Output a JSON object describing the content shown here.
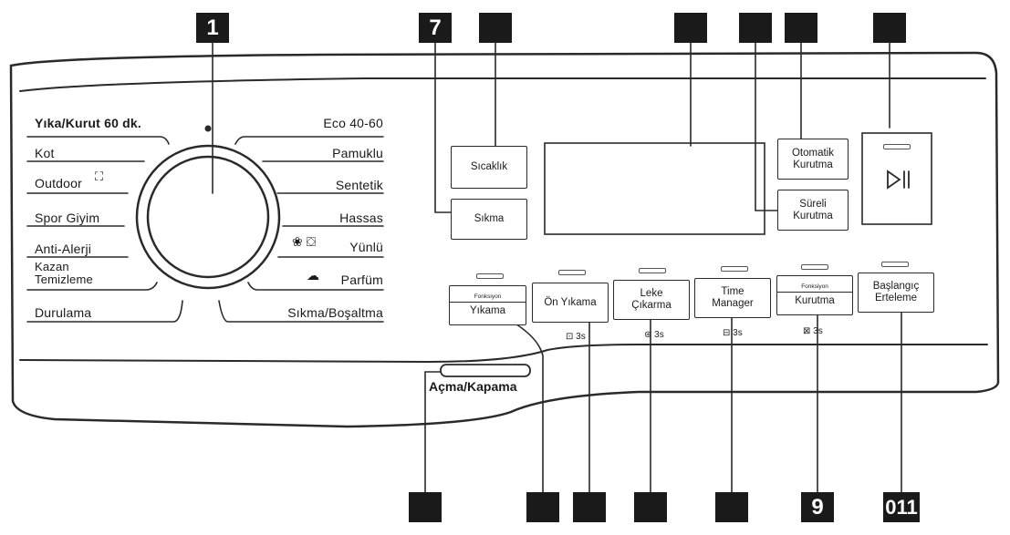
{
  "programs_left": [
    {
      "label": "Yıka/Kurut 60 dk."
    },
    {
      "label": "Kot"
    },
    {
      "label": "Outdoor"
    },
    {
      "label": "Spor Giyim"
    },
    {
      "label": "Anti-Alerji"
    },
    {
      "label": "Kazan"
    },
    {
      "label": "Temizleme"
    },
    {
      "label": "Durulama"
    }
  ],
  "programs_right": [
    {
      "label": "Eco 40-60"
    },
    {
      "label": "Pamuklu"
    },
    {
      "label": "Sentetik"
    },
    {
      "label": "Hassas"
    },
    {
      "label": "Yünlü"
    },
    {
      "label": "Parfüm"
    },
    {
      "label": "Sıkma/Boşaltma"
    }
  ],
  "buttons": {
    "temperature": "Sıcaklık",
    "spin": "Sıkma",
    "auto_dry_line1": "Otomatik",
    "auto_dry_line2": "Kurutma",
    "timed_dry_line1": "Süreli",
    "timed_dry_line2": "Kurutma",
    "wash_sub": "Fonksiyon",
    "wash": "Yıkama",
    "prewash": "Ön Yıkama",
    "stain_line1": "Leke",
    "stain_line2": "Çıkarma",
    "time_line1": "Time",
    "time_line2": "Manager",
    "dry_sub": "Fonksiyon",
    "dry": "Kurutma",
    "delay_line1": "Başlangıç",
    "delay_line2": "Erteleme"
  },
  "hints": {
    "prewash": "3s",
    "stain": "3s",
    "time_manager": "3s",
    "dry": "3s"
  },
  "power": {
    "label": "Açma/Kapama"
  },
  "callouts": {
    "top": [
      "1",
      "7",
      "",
      "",
      "",
      "",
      ""
    ],
    "bottom": [
      "",
      "",
      "",
      "",
      "",
      "9",
      "011"
    ]
  },
  "colors": {
    "line": "#2a2a2a",
    "callout_bg": "#1a1a1a",
    "callout_text": "#ffffff"
  }
}
